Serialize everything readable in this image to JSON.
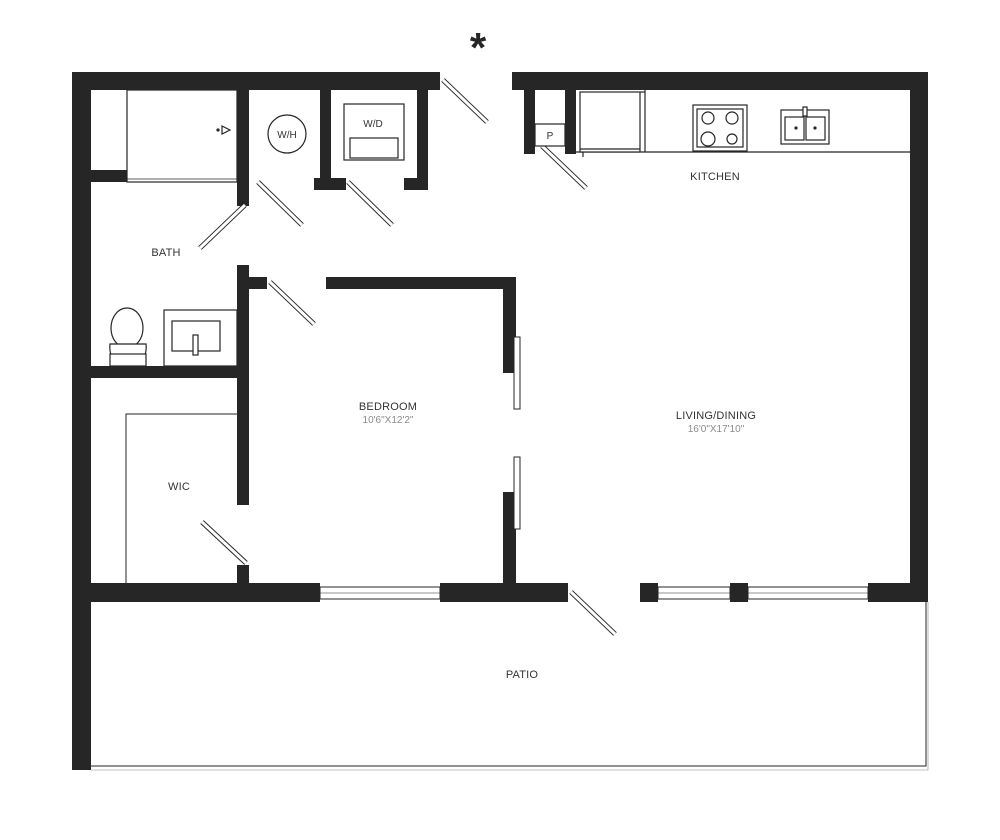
{
  "marker": "*",
  "rooms": {
    "kitchen": {
      "label": "KITCHEN"
    },
    "bath": {
      "label": "BATH"
    },
    "bedroom": {
      "label": "BEDROOM",
      "dims": "10'6\"X12'2\""
    },
    "living": {
      "label": "LIVING/DINING",
      "dims": "16'0\"X17'10\""
    },
    "wic": {
      "label": "WIC"
    },
    "patio": {
      "label": "PATIO"
    }
  },
  "fixtures": {
    "water_heater": "W/H",
    "washer_dryer": "W/D",
    "pantry": "P"
  },
  "colors": {
    "wall": "#262626",
    "background": "#ffffff"
  }
}
